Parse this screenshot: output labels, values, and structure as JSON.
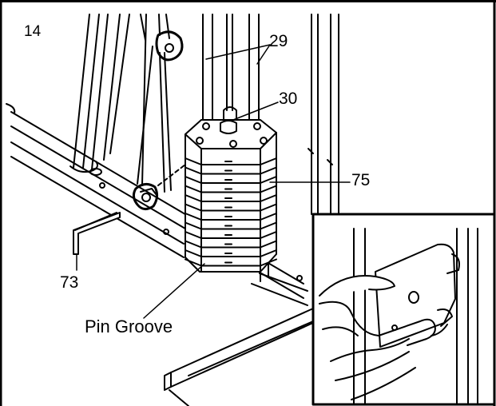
{
  "figure": {
    "step_number": "14",
    "callouts": {
      "upper_posts": "29",
      "selector_rod": "30",
      "weight_stack": "75",
      "pin": "73"
    },
    "pin_groove_label": "Pin Groove"
  },
  "colors": {
    "ink": "#000000",
    "paper": "#ffffff"
  }
}
